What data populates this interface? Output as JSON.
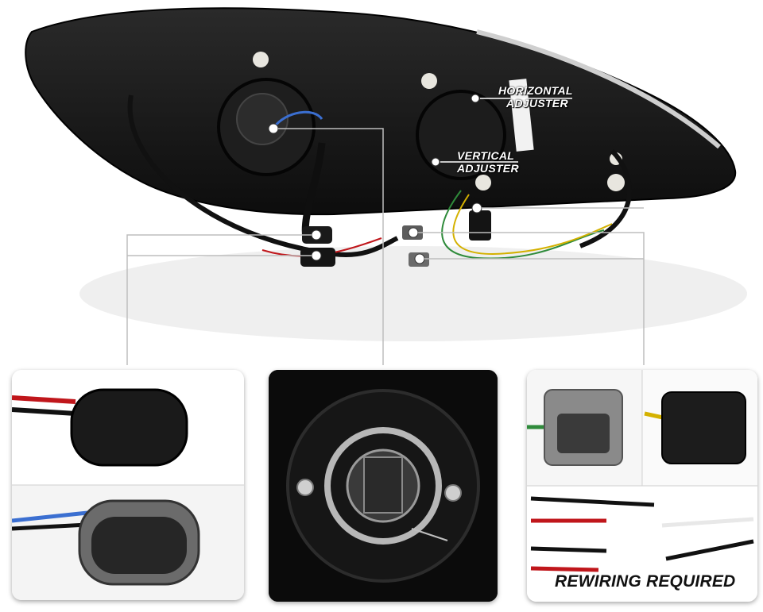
{
  "callouts": {
    "horizontal_adjuster": [
      "HORIZONTAL",
      "ADJUSTER"
    ],
    "vertical_adjuster": [
      "VERTICAL",
      "ADJUSTER"
    ]
  },
  "panels": {
    "rewiring_caption": "REWIRING REQUIRED"
  },
  "colors": {
    "housing": "#141414",
    "chrome": "#c9c9c9",
    "callout_line": "#bdbdbd",
    "wire_red": "#c0161b",
    "wire_blue": "#3b6fd1",
    "wire_green": "#2f8b3b",
    "wire_yellow": "#d4b100",
    "connector_black": "#1a1a1a",
    "connector_gray": "#707070"
  }
}
